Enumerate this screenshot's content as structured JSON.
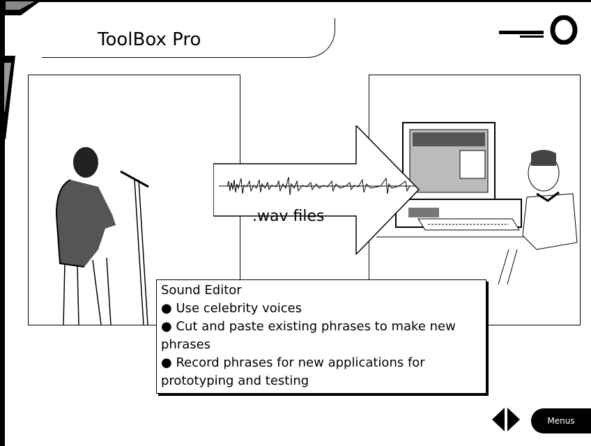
{
  "title": "ToolBox Pro",
  "arrow_label": ".wav files",
  "callout": {
    "heading": "Sound Editor",
    "bullets": [
      "Use celebrity voices",
      "Cut and paste existing phrases to make new phrases",
      "Record phrases for new applications for prototyping and testing"
    ]
  },
  "nav": {
    "menus_label": "Menus"
  },
  "icons": {
    "back": "triangle-left-icon",
    "forward": "triangle-right-icon",
    "logo": "ring-logo-icon"
  }
}
